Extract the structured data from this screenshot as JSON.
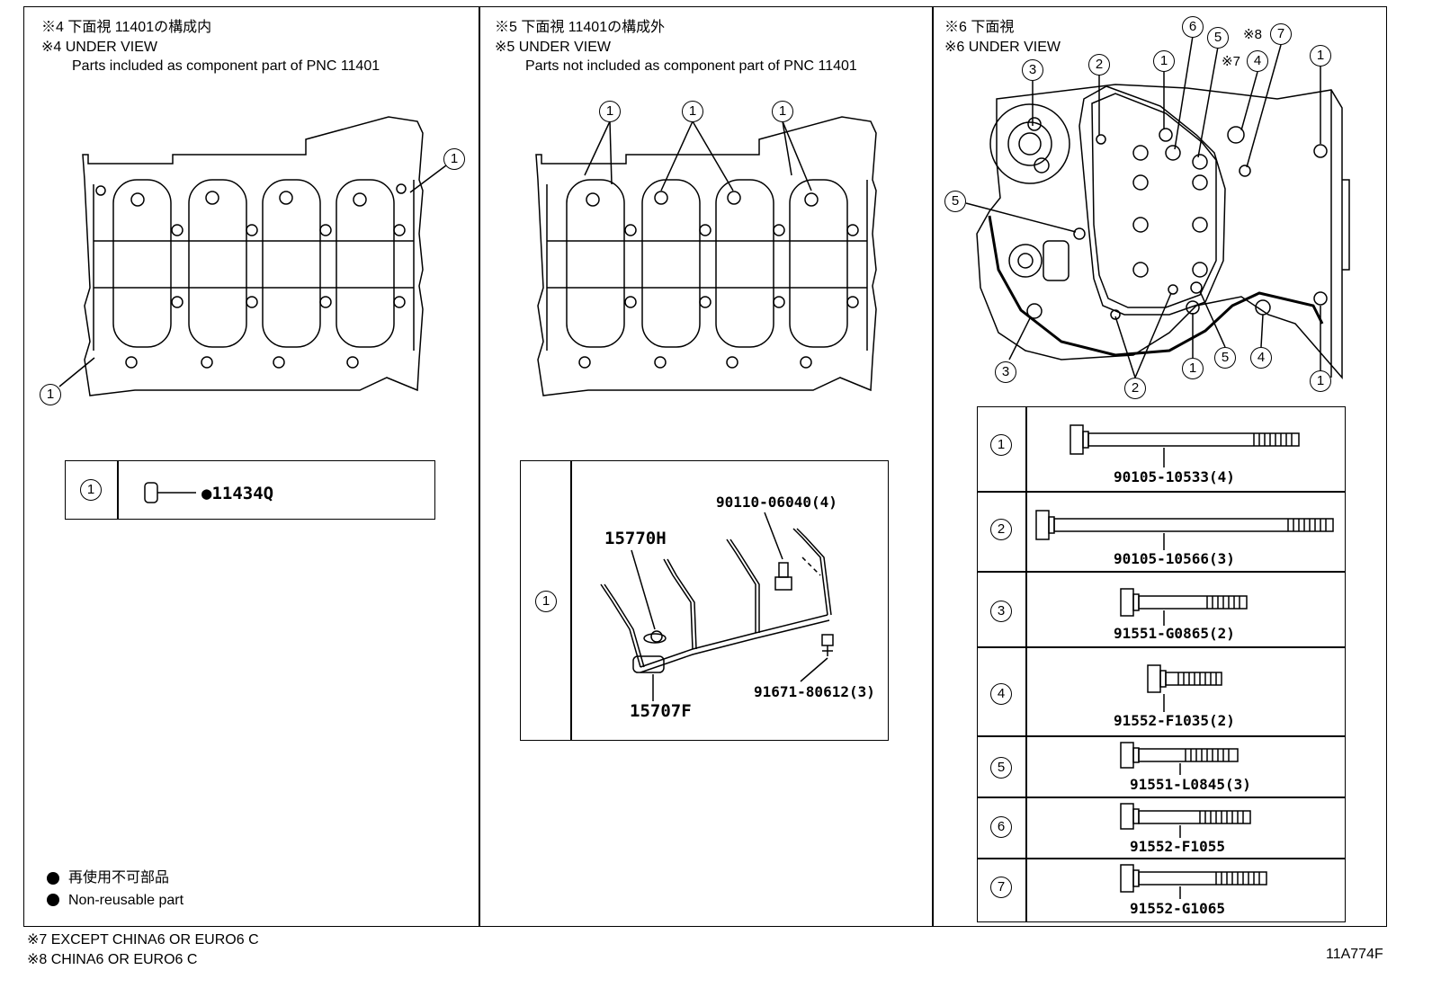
{
  "panels": {
    "p4": {
      "title_jp": "※4 下面視 11401の構成内",
      "title_en": "※4 UNDER VIEW",
      "desc": "Parts included as component part of PNC 11401",
      "callout": "1",
      "table": [
        {
          "ref": "1",
          "part": "●11434Q"
        }
      ]
    },
    "p5": {
      "title_jp": "※5 下面視 11401の構成外",
      "title_en": "※5 UNDER VIEW",
      "desc": "Parts not included as component part of PNC 11401",
      "callout": "1",
      "table_ref": "1",
      "parts": {
        "bolt": "90110-06040(4)",
        "ring": "15770H",
        "pipe": "15707F",
        "union": "91671-80612(3)"
      }
    },
    "p6": {
      "title_jp": "※6 下面視",
      "title_en": "※6 UNDER VIEW",
      "note7": "※7",
      "note8": "※8",
      "callouts": [
        "1",
        "2",
        "3",
        "4",
        "5",
        "6",
        "7"
      ],
      "table": [
        {
          "ref": "1",
          "part": "90105-10533(4)"
        },
        {
          "ref": "2",
          "part": "90105-10566(3)"
        },
        {
          "ref": "3",
          "part": "91551-G0865(2)"
        },
        {
          "ref": "4",
          "part": "91552-F1035(2)"
        },
        {
          "ref": "5",
          "part": "91551-L0845(3)"
        },
        {
          "ref": "6",
          "part": "91552-F1055"
        },
        {
          "ref": "7",
          "part": "91552-G1065"
        }
      ]
    }
  },
  "legend": {
    "jp": "再使用不可部品",
    "en": "Non-reusable part"
  },
  "footnotes": {
    "n7": "※7 EXCEPT CHINA6 OR EURO6 C",
    "n8": "※8 CHINA6 OR EURO6 C"
  },
  "diagram_id": "11A774F"
}
